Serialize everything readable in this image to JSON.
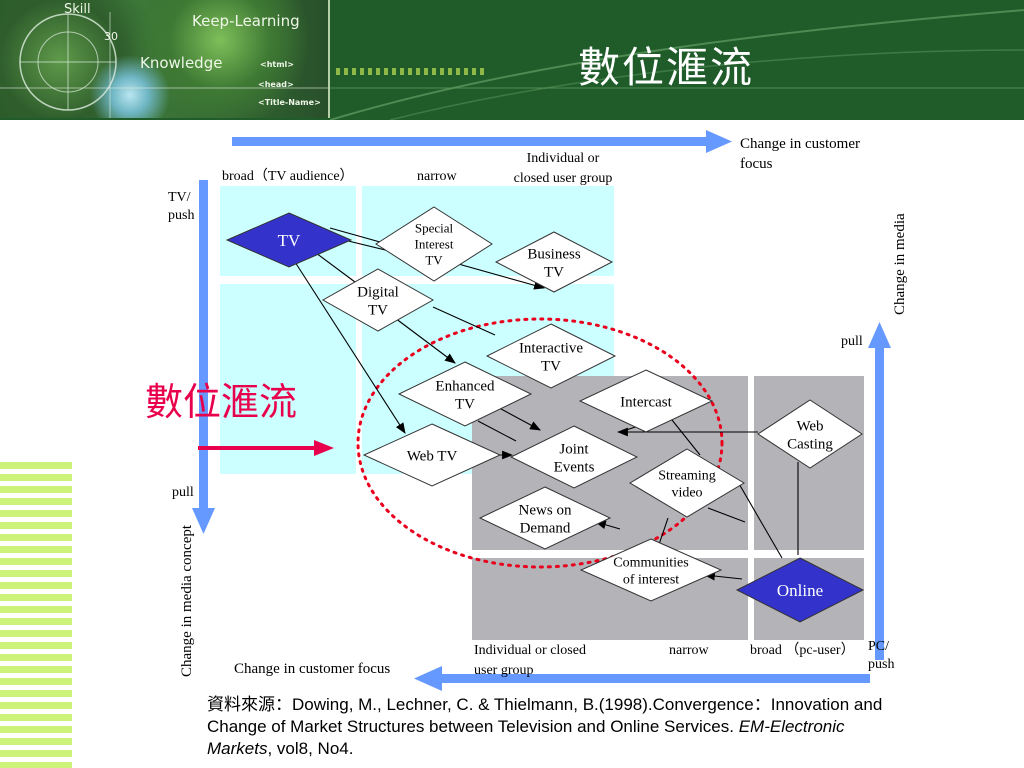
{
  "header": {
    "title": "數位滙流",
    "banner": {
      "skill": "Skill",
      "number": "30",
      "keep_learning": "Keep-Learning",
      "knowledge": "Knowledge",
      "tag_html": "<html>",
      "tag_head": "<head>",
      "tag_title": "<Title-Name>"
    }
  },
  "diagram": {
    "top_axis_label": "Change in customer\nfocus",
    "right_axis_label": "Change in media",
    "bottom_axis_label": "Change in customer focus",
    "left_axis_label": "Change in media concept",
    "upper_left": {
      "broad": "broad（TV audience）",
      "narrow": "narrow",
      "individual": "Individual or\nclosed user group",
      "tv_push": "TV/\npush",
      "pull": "pull"
    },
    "lower_right": {
      "individual": "Individual or closed\nuser group",
      "narrow": "narrow",
      "broad": "broad （pc-user）",
      "pc_push": "PC/\npush",
      "pull": "pull"
    },
    "side_label": "數位滙流",
    "nodes": {
      "tv": "TV",
      "special_interest": "Special\nInterest\nTV",
      "business_tv": "Business\nTV",
      "digital_tv": "Digital\nTV",
      "interactive_tv": "Interactive\nTV",
      "enhanced_tv": "Enhanced\nTV",
      "web_tv": "Web TV",
      "joint_events": "Joint\nEvents",
      "intercast": "Intercast",
      "streaming_video": "Streaming\nvideo",
      "web_casting": "Web\nCasting",
      "news_on_demand": "News on\nDemand",
      "communities": "Communities\nof interest",
      "online": "Online"
    }
  },
  "citation": {
    "prefix": "資料來源：Dowing, M., Lechner, C. & Thielmann, B.(1998).Convergence：Innovation and Change of Market Structures between Television and Online Services. ",
    "journal": "EM-Electronic Markets",
    "suffix": ", vol8, No4."
  }
}
